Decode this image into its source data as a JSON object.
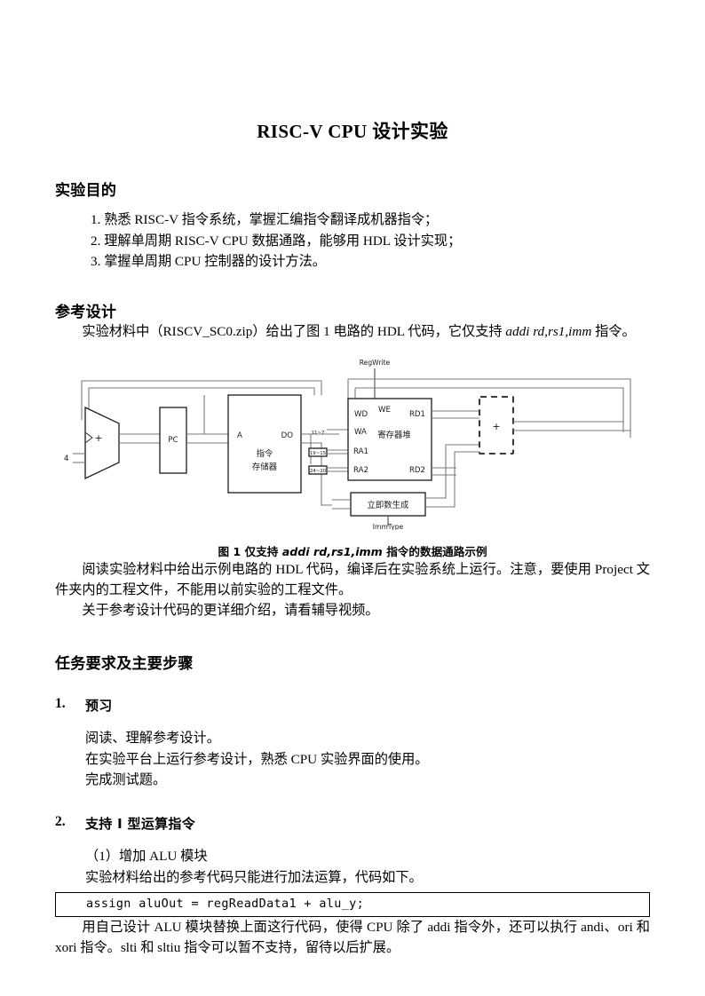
{
  "document": {
    "title": "RISC-V CPU 设计实验"
  },
  "sections": {
    "purpose": {
      "heading": "实验目的",
      "items": [
        "1. 熟悉 RISC-V 指令系统，掌握汇编指令翻译成机器指令；",
        "2. 理解单周期 RISC-V CPU 数据通路，能够用 HDL 设计实现；",
        "3. 掌握单周期 CPU 控制器的设计方法。"
      ]
    },
    "reference": {
      "heading": "参考设计",
      "intro_pre": "实验材料中（RISCV_SC0.zip）给出了图 1 电路的 HDL 代码，它仅支持 ",
      "intro_italic": "addi rd,rs1,imm",
      "intro_post": " 指令。",
      "after_fig_p1": "阅读实验材料中给出示例电路的 HDL 代码，编译后在实验系统上运行。注意，要使用 Project 文件夹内的工程文件，不能用以前实验的工程文件。",
      "after_fig_p2": "关于参考设计代码的更详细介绍，请看辅导视频。"
    },
    "tasks": {
      "heading": "任务要求及主要步骤",
      "items": [
        {
          "number": "1.",
          "title": "预习",
          "lines": [
            "阅读、理解参考设计。",
            "在实验平台上运行参考设计，熟悉 CPU 实验界面的使用。",
            "完成测试题。"
          ]
        },
        {
          "number": "2.",
          "title": "支持 I 型运算指令",
          "lines": [
            "（1）增加 ALU 模块",
            "实验材料给出的参考代码只能进行加法运算，代码如下。"
          ],
          "code": "assign aluOut = regReadData1 + alu_y;",
          "after_code": "用自己设计 ALU 模块替换上面这行代码，使得 CPU 除了 addi 指令外，还可以执行 andi、ori 和 xori 指令。slti 和 sltiu 指令可以暂不支持，留待以后扩展。"
        }
      ]
    }
  },
  "figure": {
    "caption_pre": "图 1 仅支持 ",
    "caption_italic": "addi rd,rs1,imm",
    "caption_post": " 指令的数据通路示例",
    "signals": {
      "regwrite": "RegWrite",
      "immtype": "ImmType"
    },
    "blocks": {
      "adder_pc": "+",
      "const_four": "4",
      "pc": "PC",
      "imem_port_a": "A",
      "imem_port_do": "DO",
      "imem_name_line1": "指令",
      "imem_name_line2": "存储器",
      "regfile_name": "寄存器堆",
      "regfile_wd": "WD",
      "regfile_we": "WE",
      "regfile_rd1": "RD1",
      "regfile_wa": "WA",
      "regfile_ra1": "RA1",
      "regfile_ra2": "RA2",
      "regfile_rd2": "RD2",
      "immgen_name": "立即数生成",
      "alu": "+"
    },
    "bitfields": {
      "wa": "11~7",
      "ra1": "19~15",
      "ra2": "24~20"
    }
  }
}
